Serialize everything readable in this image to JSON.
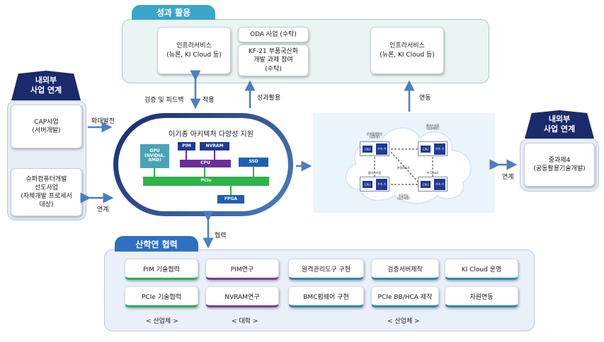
{
  "colors": {
    "navy": "#1b2a6b",
    "teal_tab": "#3aa6c9",
    "blue_tab": "#2f6fc4",
    "arrow": "#4a7fc1",
    "gpu": "#4aa3b5",
    "pim": "#1f3a93",
    "cpu": "#6c2d9c",
    "ssd": "#1f5fb3",
    "pcie": "#2fb24a",
    "fpga": "#1f5fb3"
  },
  "top_section": {
    "title": "성과 활용",
    "box_left": "인프라서비스\n(뉴론, KI Cloud 등)",
    "box_oda": "ODA 사업 (수탁)",
    "box_kf21": "KF-21 부품국산화\n개발 과제 참여\n(수탁)",
    "box_right": "인프라서비스\n(뉴론, KI Cloud 등)"
  },
  "left_section": {
    "badge": "내외부\n사업 연계",
    "box_cap": "CAP사업\n(서버개발)",
    "box_super": "슈퍼컴퓨터개발\n선도사업\n(자체개발 프로세서\n대상)"
  },
  "right_section": {
    "badge": "내외부\n사업 연계",
    "box_task": "중과제4\n(공동활용기술개발)"
  },
  "center": {
    "title": "이기종 아키텍처 다양성 지원",
    "gpu": "GPU\n(NVIDIA,\nAMD)",
    "pim": "PIM",
    "nvram": "NVRAM",
    "cpu": "CPU",
    "ssd": "SSD",
    "pcie": "PCIe",
    "fpga": "FPGA"
  },
  "arrow_labels": {
    "verify_feedback": "검증 및 피드백",
    "apply": "적용",
    "outcome": "성과활용",
    "link_top": "연동",
    "expand": "확대발전",
    "link_left": "연계",
    "link_right": "연계",
    "coop": "협력"
  },
  "cloud": {
    "node_tl": "운영플랫폼인\n(검증용)",
    "node_tr": "클러스터합\n(검증예정)",
    "node_ml": "클러스터합",
    "node_mr": "H Cloud",
    "node_c": "연동테스트",
    "node_b": "인공지능\n(검증예정)",
    "cpu": "CPU",
    "acc": "가속\n기"
  },
  "bottom_section": {
    "title": "산학연 협력",
    "col1": [
      "PIM 기술협력",
      "PCIe 기술협력"
    ],
    "col2": [
      "PIM연구",
      "NVRAM연구"
    ],
    "col3": [
      "원격관리도구 구현",
      "BMC펌웨어 구현"
    ],
    "col4": [
      "검증서버제작",
      "PCIe BB/HCA 제작"
    ],
    "col5": [
      "KI Cloud 운영",
      "자원연동"
    ],
    "label_industry1": "< 산업체 >",
    "label_univ": "< 대학 >",
    "label_industry2": "< 산업체 >"
  }
}
